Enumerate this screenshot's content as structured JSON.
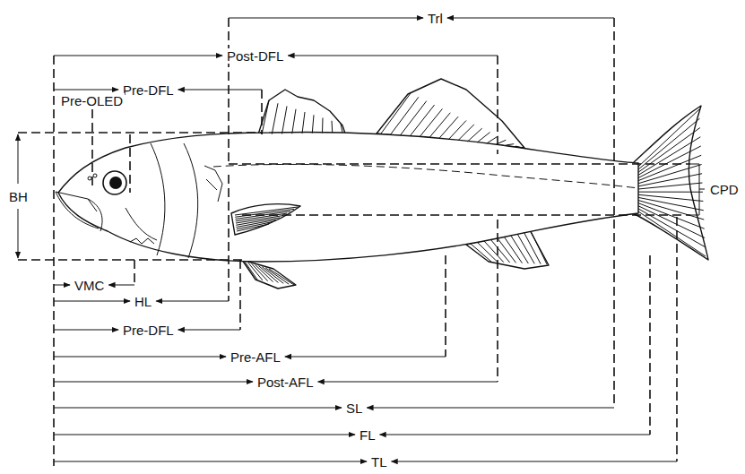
{
  "diagram": {
    "labels": [
      "Trl",
      "Post-DFL",
      "Pre-DFL",
      "Pre-OLED",
      "BH",
      "CPD",
      "VMC",
      "HL",
      "Pre-DFL",
      "Pre-AFL",
      "Post-AFL",
      "SL",
      "FL",
      "TL"
    ]
  }
}
